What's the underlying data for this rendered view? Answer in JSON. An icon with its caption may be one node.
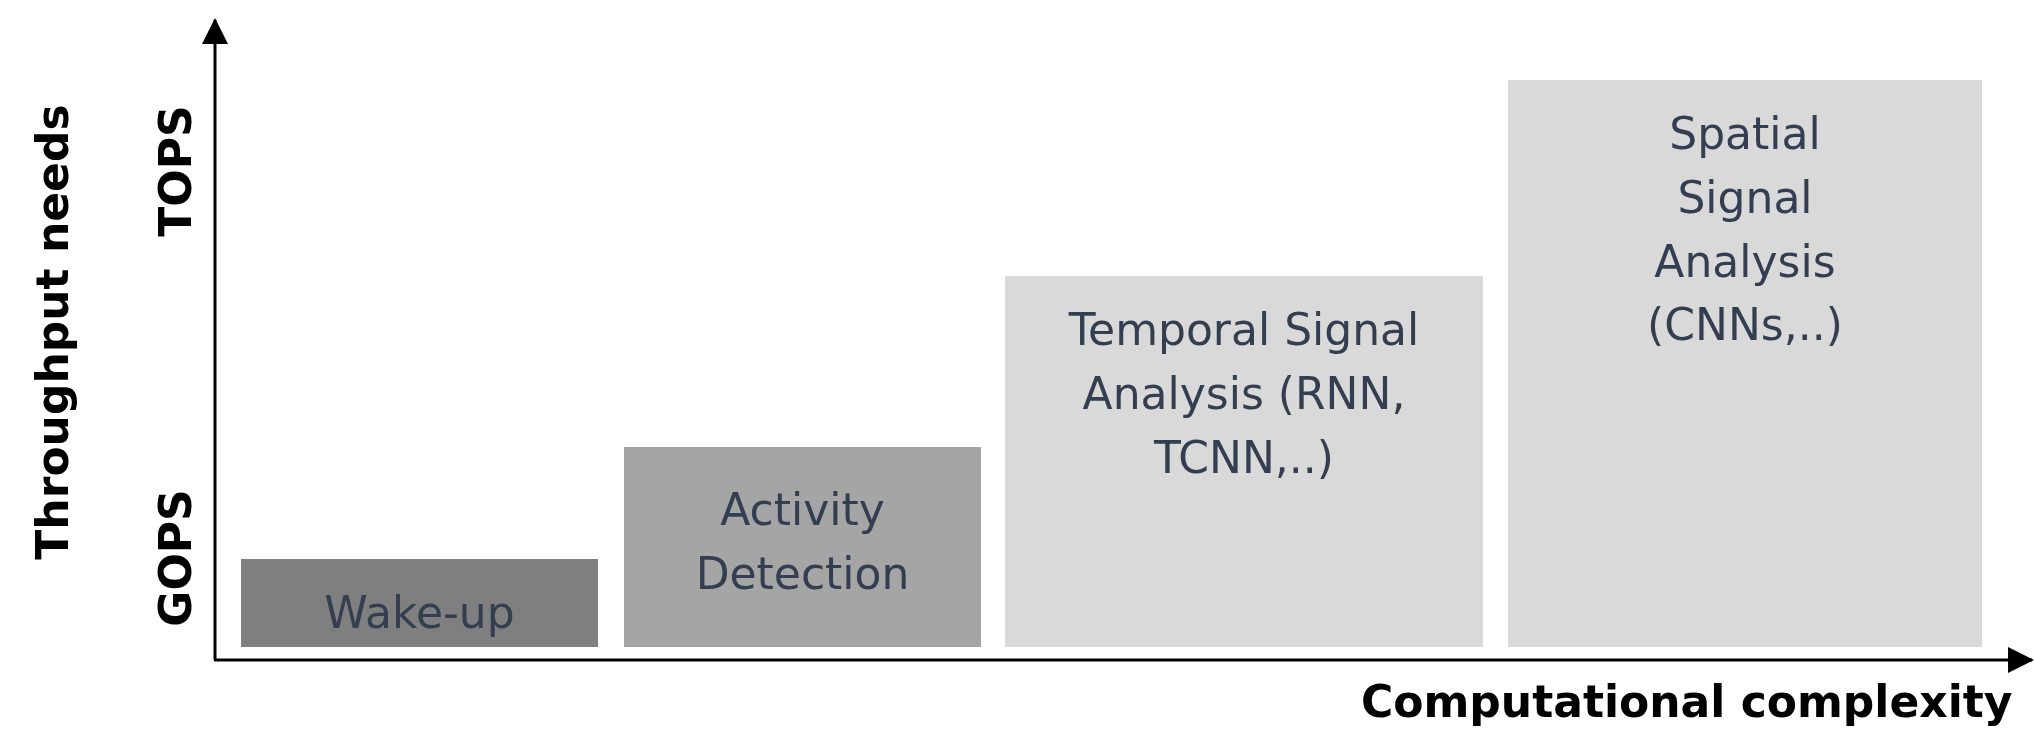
{
  "diagram": {
    "nodes": [
      {
        "text": [
          "Wake-up"
        ]
      },
      {
        "text": [
          "Activity Detection"
        ]
      },
      {
        "text": [
          "Temporal Signal Analysis (RNN, TCNN,..)"
        ]
      },
      {
        "text": [
          "Spatial Signal Analysis (CNNs,..)"
        ]
      }
    ],
    "labels": [
      "TOPS",
      "GOPS",
      "Throughput needs",
      "Computational complexity"
    ]
  }
}
